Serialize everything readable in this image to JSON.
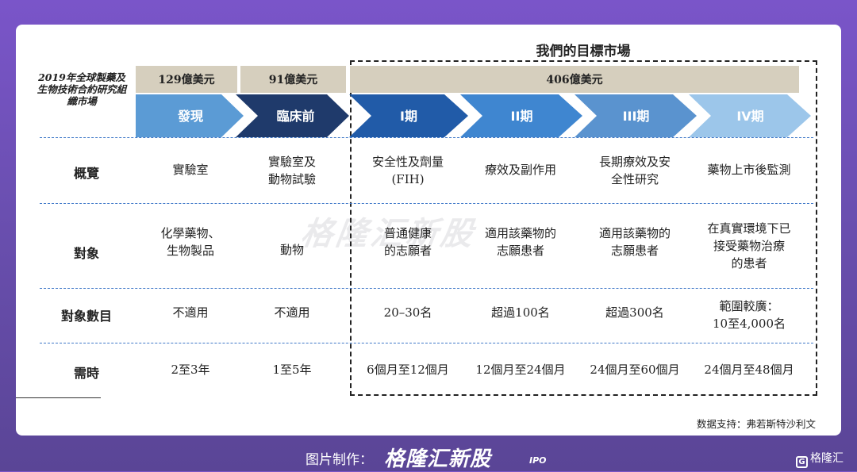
{
  "market_label": "2019年全球製藥及生物技術合約研究組織市場",
  "target_title": "我們的目標市場",
  "market_values": [
    "129億美元",
    "91億美元",
    "406億美元"
  ],
  "stages": [
    "發現",
    "臨床前",
    "I期",
    "II期",
    "III期",
    "IV期"
  ],
  "colors": {
    "stage_1": "#5b9bd5",
    "stage_2": "#1f3a6b",
    "stage_3": "#215ba8",
    "stage_4": "#3f86d0",
    "stage_5": "#5a93cf",
    "stage_6": "#9cc6ea",
    "value_bar": "#d6cfbe",
    "divider": "#3f78c8"
  },
  "rows": [
    {
      "head": "概覽",
      "cells": [
        "實驗室",
        "實驗室及\n動物試驗",
        "安全性及劑量\n(FIH)",
        "療效及副作用",
        "長期療效及安\n全性研究",
        "藥物上市後監測"
      ]
    },
    {
      "head": "對象",
      "cells": [
        "化學藥物、\n生物製品",
        "動物",
        "普通健康\n的志願者",
        "適用該藥物的\n志願患者",
        "適用該藥物的\n志願患者",
        "在真實環境下已\n接受藥物治療\n的患者"
      ]
    },
    {
      "head": "對象數目",
      "cells": [
        "不適用",
        "不適用",
        "20–30名",
        "超過100名",
        "超過300名",
        "範圍較廣：\n10至4,000名"
      ]
    },
    {
      "head": "需時",
      "cells": [
        "2至3年",
        "1至5年",
        "6個月至12個月",
        "12個月至24個月",
        "24個月至60個月",
        "24個月至48個月"
      ]
    }
  ],
  "source": "数据支持：弗若斯特沙利文",
  "watermark": "格隆汇新股",
  "footer": {
    "made_by": "图片制作：",
    "brand": "格隆汇新股",
    "ipo": "IPO",
    "logo_text": "格隆汇",
    "logo_mark": "G"
  }
}
